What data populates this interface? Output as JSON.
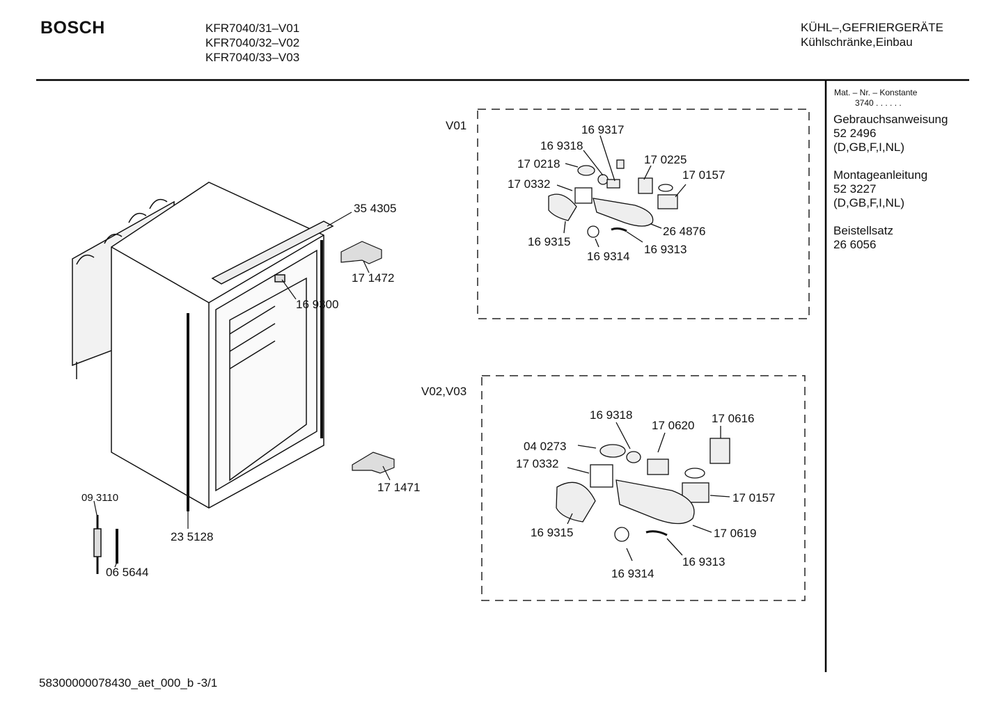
{
  "header": {
    "brand": "BOSCH",
    "models": [
      "KFR7040/31–V01",
      "KFR7040/32–V02",
      "KFR7040/33–V03"
    ],
    "category": "KÜHL–,GEFRIERGERÄTE",
    "subcategory": "Kühlschränke,Einbau"
  },
  "sidebar": {
    "mat_label": "Mat. – Nr. – Konstante",
    "mat_value": "3740  .  .    .  .  .  .",
    "docs": [
      {
        "title": "Gebrauchsanweisung",
        "number": "52 2496",
        "langs": "(D,GB,F,I,NL)"
      },
      {
        "title": "Montageanleitung",
        "number": "52 3227",
        "langs": "(D,GB,F,I,NL)"
      },
      {
        "title": "Beistellsatz",
        "number": "26 6056"
      }
    ]
  },
  "variants": {
    "v01": "V01",
    "v02_v03": "V02,V03"
  },
  "parts_main": [
    "35 4305",
    "17 1472",
    "16 9300",
    "17 1471",
    "09 3110",
    "23 5128",
    "06 5644"
  ],
  "parts_v01": [
    "16 9317",
    "16 9318",
    "17 0225",
    "17 0218",
    "17 0157",
    "17 0332",
    "26 4876",
    "16 9315",
    "16 9313",
    "16 9314"
  ],
  "parts_v02": [
    "16 9318",
    "17 0616",
    "17 0620",
    "04 0273",
    "17 0332",
    "17 0157",
    "16 9315",
    "17 0619",
    "16 9313",
    "16 9314"
  ],
  "footer": "58300000078430_aet_000_b   -3/1"
}
